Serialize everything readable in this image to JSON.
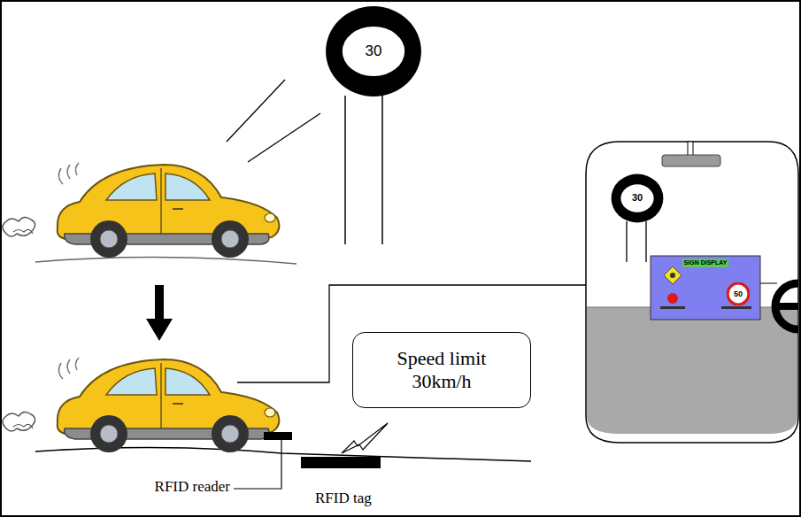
{
  "diagram": {
    "nodes": [
      {
        "text": [
          "30"
        ]
      },
      {
        "text": [
          "Speed limit 30km/h"
        ]
      },
      {
        "text": [
          "30"
        ]
      },
      {
        "text": [
          "SIGN DISPLAY"
        ]
      },
      {
        "text": [
          "50"
        ],
        "in": 3
      }
    ],
    "labels": [
      "RFID reader",
      "RFID tag"
    ]
  }
}
